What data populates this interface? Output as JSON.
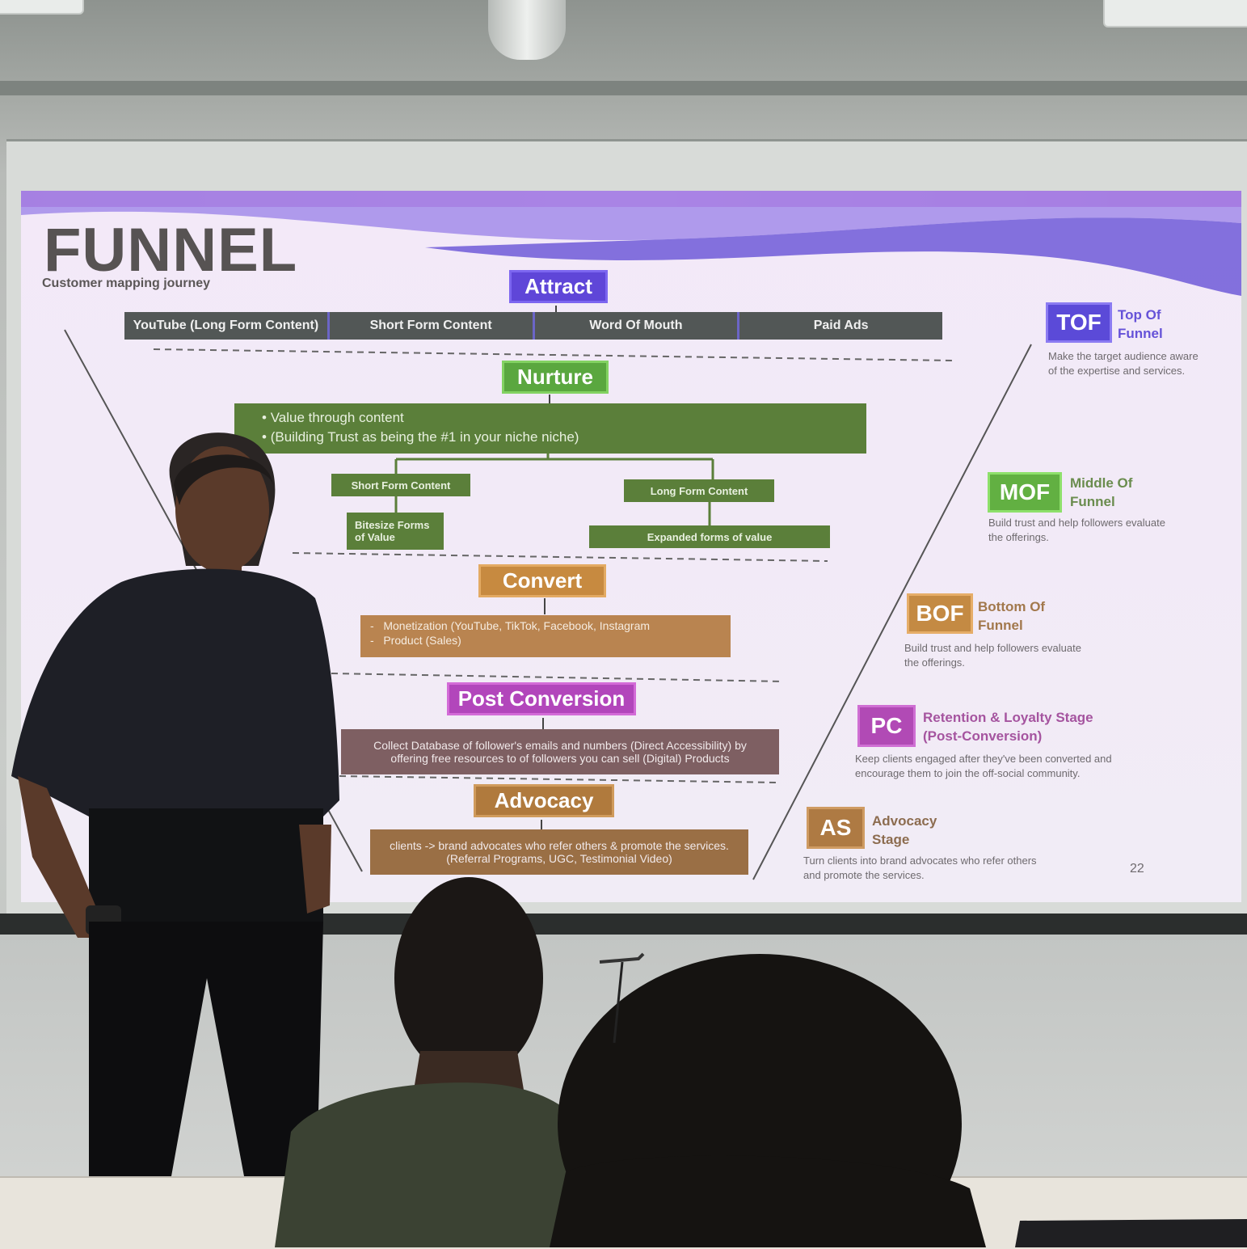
{
  "slide": {
    "title": "FUNNEL",
    "subtitle": "Customer mapping journey",
    "page_number": "22",
    "stages": {
      "attract": "Attract",
      "nurture": "Nurture",
      "convert": "Convert",
      "post_conversion": "Post Conversion",
      "advocacy": "Advocacy"
    },
    "channels": [
      "YouTube (Long Form Content)",
      "Short Form Content",
      "Word Of Mouth",
      "Paid Ads"
    ],
    "nurture": {
      "bullets": [
        "Value through content",
        "(Building Trust as being the #1 in your niche niche)"
      ],
      "short_form": "Short Form Content",
      "long_form": "Long Form Content",
      "bitesize_line1": "Bitesize Forms",
      "bitesize_line2": "of Value",
      "expanded": "Expanded forms of value"
    },
    "convert": {
      "items": [
        "Monetization (YouTube, TikTok, Facebook, Instagram",
        "Product (Sales)"
      ]
    },
    "post_conversion": {
      "line1": "Collect Database of follower's emails and numbers (Direct Accessibility) by",
      "line2": "offering free resources to of followers you can sell (Digital) Products"
    },
    "advocacy": {
      "line1": "clients -> brand advocates who refer others & promote the services.",
      "line2": "(Referral Programs, UGC, Testimonial Video)"
    },
    "legend": {
      "tof": {
        "badge": "TOF",
        "head1": "Top Of",
        "head2": "Funnel",
        "desc": "Make the target audience aware of the expertise and services."
      },
      "mof": {
        "badge": "MOF",
        "head1": "Middle Of",
        "head2": "Funnel",
        "desc": "Build trust and help followers evaluate the offerings."
      },
      "bof": {
        "badge": "BOF",
        "head1": "Bottom Of",
        "head2": "Funnel",
        "desc": "Build trust and help followers evaluate the offerings."
      },
      "pc": {
        "badge": "PC",
        "head1": "Retention & Loyalty Stage",
        "head2": "(Post-Conversion)",
        "desc": "Keep clients engaged after they've been converted and encourage them to join the off-social community."
      },
      "as": {
        "badge": "AS",
        "head1": "Advocacy",
        "head2": "Stage",
        "desc": "Turn clients into brand advocates who refer others and promote the services."
      }
    },
    "colors": {
      "attract": "#5f46d8",
      "nurture": "#5aa73f",
      "convert": "#c78a40",
      "post_conversion": "#b246bb",
      "advocacy": "#b07a3d"
    }
  }
}
